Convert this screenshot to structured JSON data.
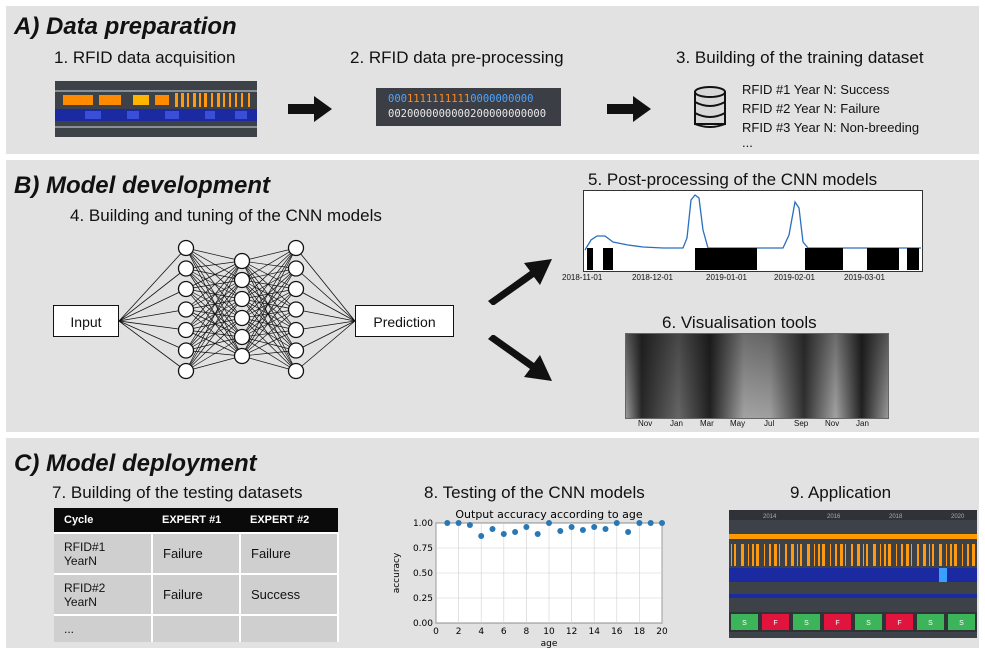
{
  "sections": {
    "a": {
      "title": "A) Data preparation",
      "step1": "1. RFID data acquisition",
      "step2": "2. RFID data pre-processing",
      "step3": "3. Building of the training dataset",
      "code_line1_blue_a": "000",
      "code_line1_orange": "1111111111",
      "code_line1_blue_b": "0000000000",
      "code_line2": "0020000000000200000000000",
      "dataset_lines": [
        "RFID #1 Year N: Success",
        "RFID #2 Year N: Failure",
        "RFID #3 Year N: Non-breeding",
        "..."
      ]
    },
    "b": {
      "title": "B) Model development",
      "step4": "4. Building and tuning of the CNN models",
      "step5": "5. Post-processing of the CNN models",
      "step6": "6. Visualisation tools",
      "input_label": "Input",
      "prediction_label": "Prediction",
      "post_ticks": [
        "2018-11-01",
        "2018-12-01",
        "2019-01-01",
        "2019-02-01",
        "2019-03-01"
      ],
      "vis_ticks": [
        "Nov",
        "Jan",
        "Mar",
        "May",
        "Jul",
        "Sep",
        "Nov",
        "Jan"
      ]
    },
    "c": {
      "title": "C) Model deployment",
      "step7": "7. Building of the testing datasets",
      "step8": "8. Testing of the CNN models",
      "step9": "9. Application",
      "table": {
        "headers": [
          "Cycle",
          "EXPERT #1",
          "EXPERT #2"
        ],
        "rows": [
          [
            "RFID#1 YearN",
            "Failure",
            "Failure"
          ],
          [
            "RFID#2 YearN",
            "Failure",
            "Success"
          ],
          [
            "...",
            "",
            ""
          ]
        ]
      },
      "app_years": [
        "2014",
        "2016",
        "2018",
        "2020"
      ],
      "app_labels": [
        "S",
        "F",
        "S",
        "F",
        "S",
        "F",
        "S",
        "S"
      ]
    }
  },
  "chart_data": {
    "type": "scatter",
    "title": "Output accuracy according to age",
    "xlabel": "age",
    "ylabel": "accuracy",
    "xlim": [
      0,
      20
    ],
    "ylim": [
      0.0,
      1.0
    ],
    "xticks": [
      0,
      2,
      4,
      6,
      8,
      10,
      12,
      14,
      16,
      18,
      20
    ],
    "yticks": [
      0.0,
      0.25,
      0.5,
      0.75,
      1.0
    ],
    "grid": true,
    "x": [
      1,
      2,
      3,
      4,
      5,
      6,
      7,
      8,
      9,
      10,
      11,
      12,
      13,
      14,
      15,
      16,
      17,
      18,
      19,
      20
    ],
    "y": [
      1.0,
      1.0,
      0.98,
      0.87,
      0.94,
      0.89,
      0.91,
      0.96,
      0.89,
      1.0,
      0.92,
      0.96,
      0.93,
      0.96,
      0.94,
      1.0,
      0.91,
      1.0,
      1.0,
      1.0
    ],
    "color": "#2878b5"
  }
}
